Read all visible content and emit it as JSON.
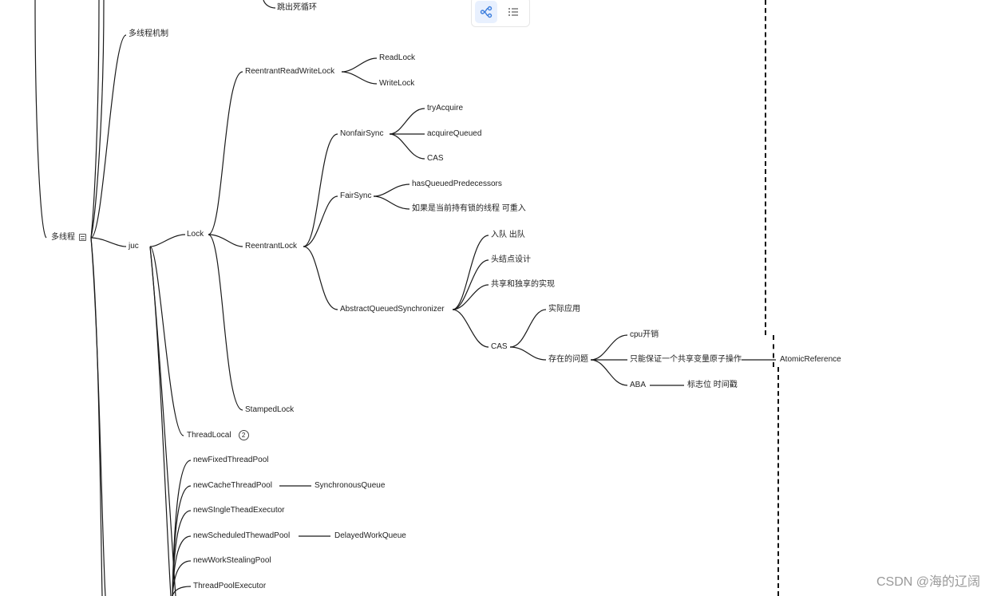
{
  "toolbar": {
    "mindmap_view_icon": "mindmap-icon",
    "outline_view_icon": "list-icon",
    "accent": "#3b7ddd"
  },
  "nodes": {
    "n_loop_exit": "跳出死循环",
    "n_mt_mech": "多线程机制",
    "n_root": "多线程",
    "n_juc": "juc",
    "n_lock": "Lock",
    "n_rrwl": "ReentrantReadWriteLock",
    "n_readlock": "ReadLock",
    "n_writelock": "WriteLock",
    "n_rl": "ReentrantLock",
    "n_nfs": "NonfairSync",
    "n_tryacq": "tryAcquire",
    "n_acqq": "acquireQueued",
    "n_cas1": "CAS",
    "n_fs": "FairSync",
    "n_hqp": "hasQueuedPredecessors",
    "n_reentrant": "如果是当前持有锁的线程 可重入",
    "n_aqs": "AbstractQueuedSynchronizer",
    "n_queue": "入队 出队",
    "n_head": "头结点设计",
    "n_share": "共享和独享的实现",
    "n_cas2": "CAS",
    "n_apply": "实际应用",
    "n_problem": "存在的问题",
    "n_cpu": "cpu开销",
    "n_atomic_one": "只能保证一个共享变量原子操作",
    "n_atomicref": "AtomicReference",
    "n_aba": "ABA",
    "n_flag": "标志位  时间戳",
    "n_stamped": "StampedLock",
    "n_threadlocal": "ThreadLocal",
    "n_fixed": "newFixedThreadPool",
    "n_cache": "newCacheThreadPool",
    "n_syncq": "SynchronousQueue",
    "n_single": "newSIngleTheadExecutor",
    "n_sched": "newScheduledThewadPool",
    "n_delayq": "DelayedWorkQueue",
    "n_steal": "newWorkStealingPool",
    "n_tpe": "ThreadPoolExecutor"
  },
  "badges": {
    "root_note_icon": "note-icon",
    "threadlocal_count": "2"
  },
  "watermark": "CSDN @海的辽阔"
}
